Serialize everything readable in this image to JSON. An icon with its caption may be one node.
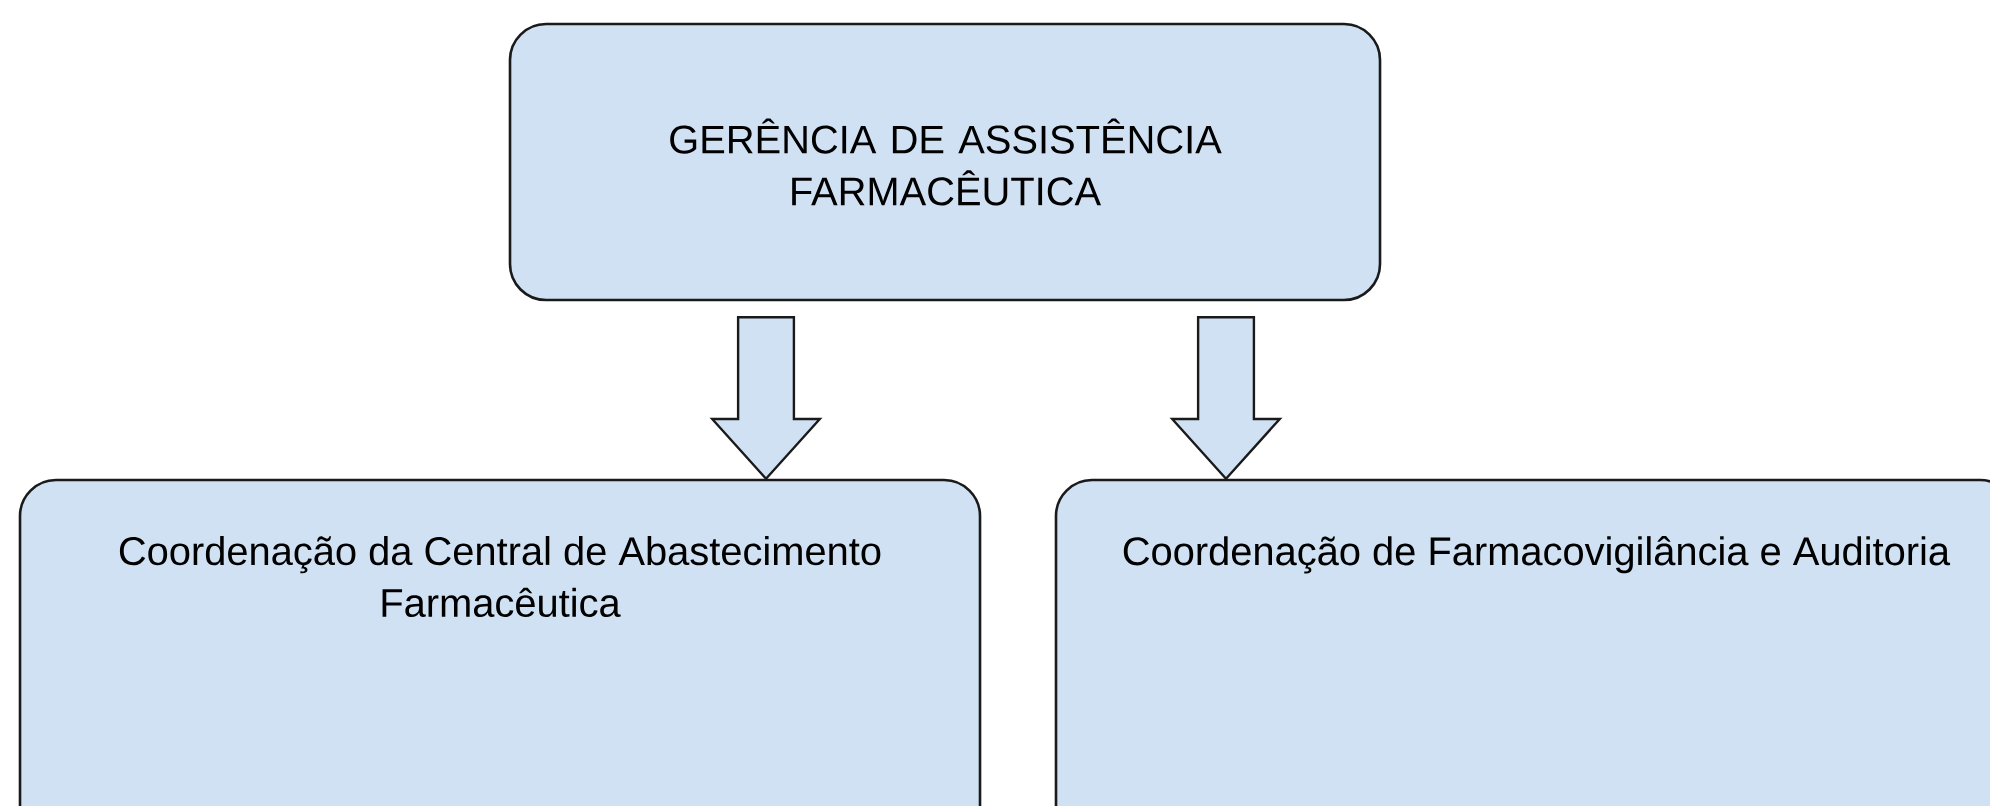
{
  "diagram": {
    "nodes": [
      {
        "text": [
          "GERÊNCIA DE ASSISTÊNCIA FARMACÊUTICA"
        ]
      },
      {
        "text": [
          "Coordenação da Central de Abastecimento Farmacêutica"
        ]
      },
      {
        "text": [
          "Coordenação de Farmacovigilância e Auditoria"
        ]
      }
    ],
    "edges": [
      {
        "from": 0,
        "to": 1,
        "arrow": "to"
      },
      {
        "from": 0,
        "to": 2,
        "arrow": "to"
      }
    ]
  }
}
